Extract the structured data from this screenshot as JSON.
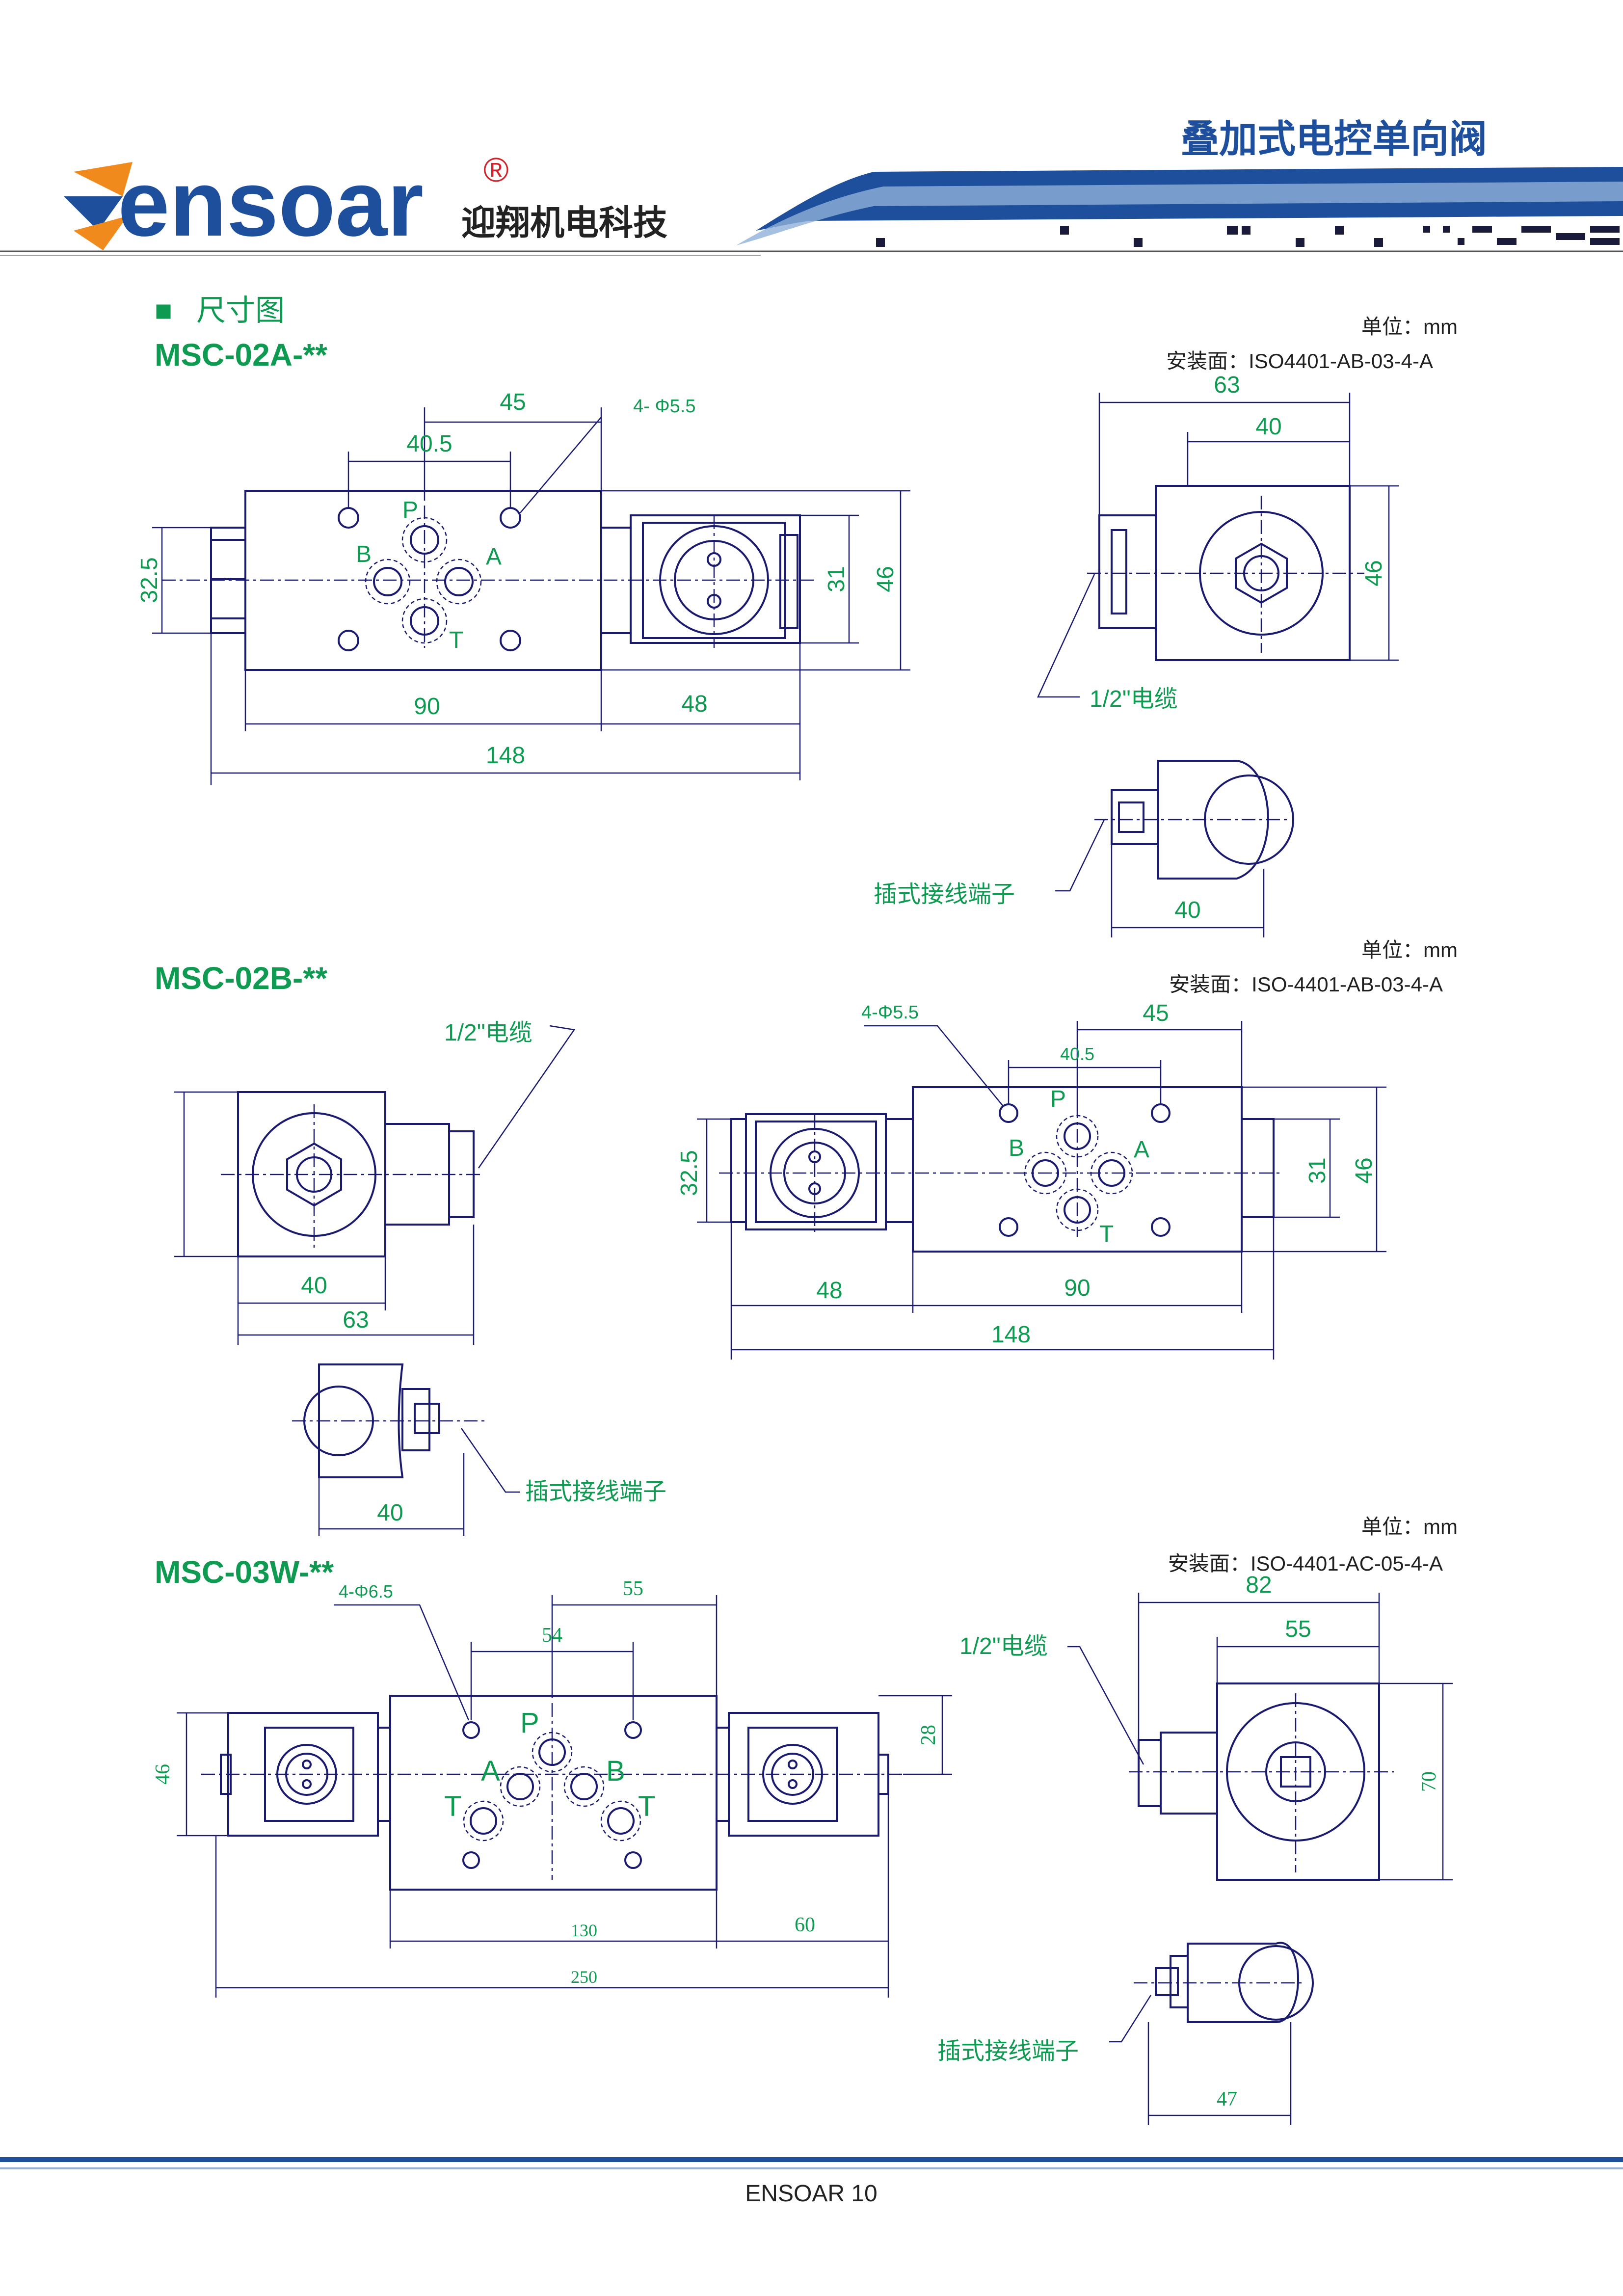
{
  "header": {
    "brand": "ensoar",
    "registered": "®",
    "company": "迎翔机电科技",
    "product_title": "叠加式电控单向阀"
  },
  "section": {
    "marker": "■",
    "title": "尺寸图"
  },
  "models": [
    {
      "name": "MSC-02A-**",
      "unit": "单位：mm",
      "mounting": "安装面：ISO4401-AB-03-4-A",
      "dims": {
        "d45": "45",
        "d40_5": "40.5",
        "holes": "4- Φ5.5",
        "d32_5": "32.5",
        "d31": "31",
        "d46": "46",
        "d90": "90",
        "d48": "48",
        "d148": "148",
        "d63": "63",
        "d40": "40",
        "d46b": "46",
        "d40c": "40"
      },
      "ports": {
        "P": "P",
        "A": "A",
        "B": "B",
        "T": "T"
      },
      "cable": "1/2\"电缆",
      "plug": "插式接线端子"
    },
    {
      "name": "MSC-02B-**",
      "unit": "单位：mm",
      "mounting": "安装面：ISO-4401-AB-03-4-A",
      "dims": {
        "holes": "4-Φ5.5",
        "d45": "45",
        "d40_5": "40.5",
        "d32_5": "32.5",
        "d31": "31",
        "d46": "46",
        "d48": "48",
        "d90": "90",
        "d148": "148",
        "d40": "40",
        "d63": "63",
        "d40c": "40"
      },
      "ports": {
        "P": "P",
        "A": "A",
        "B": "B",
        "T": "T"
      },
      "cable": "1/2\"电缆",
      "plug": "插式接线端子"
    },
    {
      "name": "MSC-03W-**",
      "unit": "单位：mm",
      "mounting": "安装面：ISO-4401-AC-05-4-A",
      "dims": {
        "holes": "4-Φ6.5",
        "d55": "55",
        "d54": "54",
        "d28": "28",
        "d46": "46",
        "d130": "130",
        "d60": "60",
        "d250": "250",
        "d82": "82",
        "d55b": "55",
        "d70": "70",
        "d47": "47"
      },
      "ports": {
        "P": "P",
        "A": "A",
        "B": "B",
        "T1": "T",
        "T2": "T"
      },
      "cable": "1/2\"电缆",
      "plug": "插式接线端子"
    }
  ],
  "footer": {
    "text": "ENSOAR  10"
  },
  "colors": {
    "accent_blue": "#1e4f9c",
    "green_text": "#0f9a52",
    "ink": "#1a1a6e",
    "orange": "#f08a1c"
  }
}
